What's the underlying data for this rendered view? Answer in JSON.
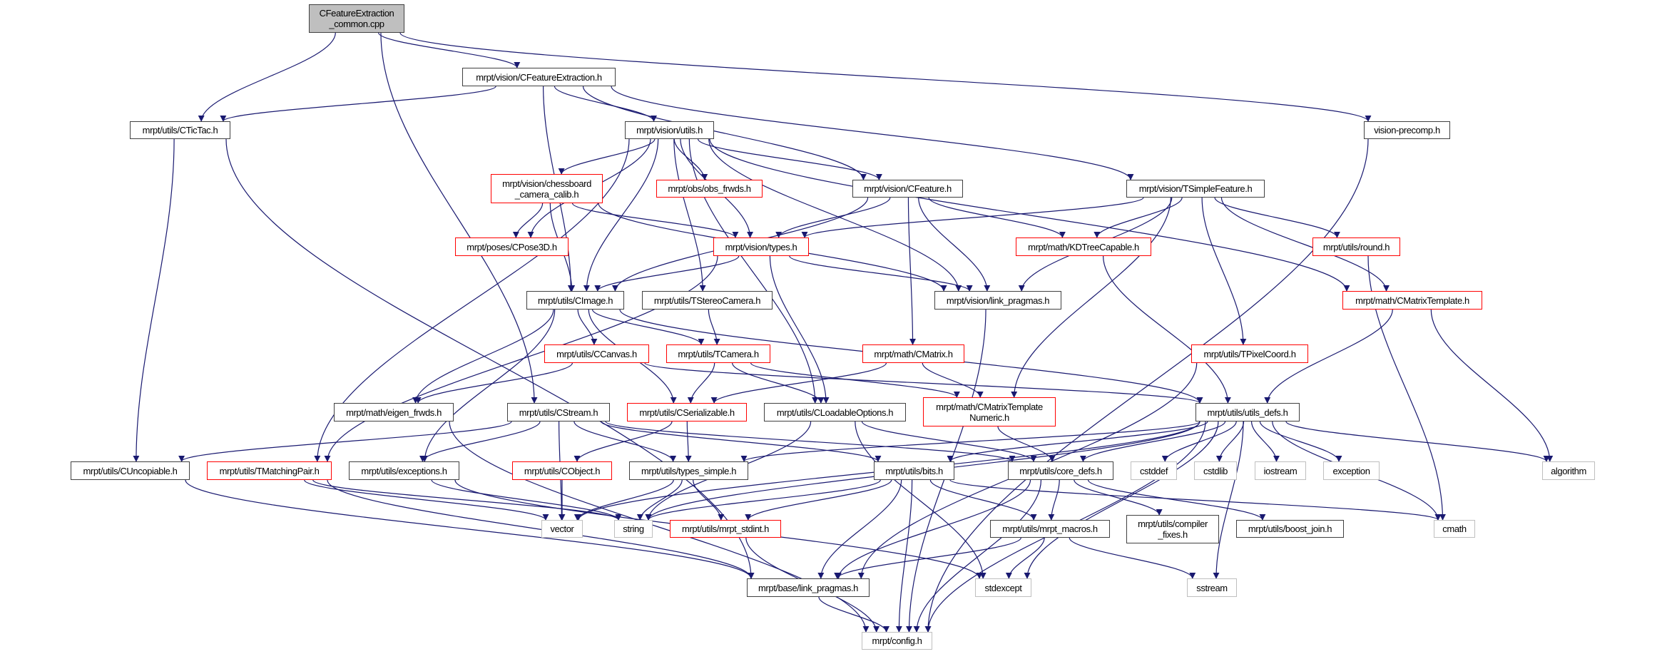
{
  "colors": {
    "edge": "#191970",
    "red_border": "#ff0000",
    "gray_border": "#bfbfbf",
    "root_fill": "#bfbfbf"
  },
  "nodes": [
    {
      "id": "root",
      "label": "CFeatureExtraction\n_common.cpp",
      "style": "root"
    },
    {
      "id": "cfe",
      "label": "mrpt/vision/CFeatureExtraction.h",
      "style": "normal"
    },
    {
      "id": "tictac",
      "label": "mrpt/utils/CTicTac.h",
      "style": "normal"
    },
    {
      "id": "vutils",
      "label": "mrpt/vision/utils.h",
      "style": "normal"
    },
    {
      "id": "precomp",
      "label": "vision-precomp.h",
      "style": "normal"
    },
    {
      "id": "chess",
      "label": "mrpt/vision/chessboard\n_camera_calib.h",
      "style": "red"
    },
    {
      "id": "obs",
      "label": "mrpt/obs/obs_frwds.h",
      "style": "red"
    },
    {
      "id": "cfeature",
      "label": "mrpt/vision/CFeature.h",
      "style": "normal"
    },
    {
      "id": "tsimple",
      "label": "mrpt/vision/TSimpleFeature.h",
      "style": "normal"
    },
    {
      "id": "cpose",
      "label": "mrpt/poses/CPose3D.h",
      "style": "red"
    },
    {
      "id": "types",
      "label": "mrpt/vision/types.h",
      "style": "red"
    },
    {
      "id": "kdtree",
      "label": "mrpt/math/KDTreeCapable.h",
      "style": "red"
    },
    {
      "id": "round",
      "label": "mrpt/utils/round.h",
      "style": "red"
    },
    {
      "id": "cimage",
      "label": "mrpt/utils/CImage.h",
      "style": "normal"
    },
    {
      "id": "tstereo",
      "label": "mrpt/utils/TStereoCamera.h",
      "style": "normal"
    },
    {
      "id": "vlink",
      "label": "mrpt/vision/link_pragmas.h",
      "style": "normal"
    },
    {
      "id": "cmtemplate",
      "label": "mrpt/math/CMatrixTemplate.h",
      "style": "red"
    },
    {
      "id": "ccanvas",
      "label": "mrpt/utils/CCanvas.h",
      "style": "red"
    },
    {
      "id": "tcamera",
      "label": "mrpt/utils/TCamera.h",
      "style": "red"
    },
    {
      "id": "cmatrix",
      "label": "mrpt/math/CMatrix.h",
      "style": "red"
    },
    {
      "id": "tpixel",
      "label": "mrpt/utils/TPixelCoord.h",
      "style": "red"
    },
    {
      "id": "eigen",
      "label": "mrpt/math/eigen_frwds.h",
      "style": "normal"
    },
    {
      "id": "cstream",
      "label": "mrpt/utils/CStream.h",
      "style": "normal"
    },
    {
      "id": "cserial",
      "label": "mrpt/utils/CSerializable.h",
      "style": "red"
    },
    {
      "id": "cloadable",
      "label": "mrpt/utils/CLoadableOptions.h",
      "style": "normal"
    },
    {
      "id": "cmtnum",
      "label": "mrpt/math/CMatrixTemplate\nNumeric.h",
      "style": "red"
    },
    {
      "id": "udefs",
      "label": "mrpt/utils/utils_defs.h",
      "style": "normal"
    },
    {
      "id": "cuncop",
      "label": "mrpt/utils/CUncopiable.h",
      "style": "normal"
    },
    {
      "id": "tmatch",
      "label": "mrpt/utils/TMatchingPair.h",
      "style": "red"
    },
    {
      "id": "except",
      "label": "mrpt/utils/exceptions.h",
      "style": "normal"
    },
    {
      "id": "cobject",
      "label": "mrpt/utils/CObject.h",
      "style": "red"
    },
    {
      "id": "tsimp",
      "label": "mrpt/utils/types_simple.h",
      "style": "normal"
    },
    {
      "id": "bits",
      "label": "mrpt/utils/bits.h",
      "style": "normal"
    },
    {
      "id": "coredefs",
      "label": "mrpt/utils/core_defs.h",
      "style": "normal"
    },
    {
      "id": "cstddef",
      "label": "cstddef",
      "style": "gray"
    },
    {
      "id": "cstdlib",
      "label": "cstdlib",
      "style": "gray"
    },
    {
      "id": "iostream",
      "label": "iostream",
      "style": "gray"
    },
    {
      "id": "exception",
      "label": "exception",
      "style": "gray"
    },
    {
      "id": "algorithm",
      "label": "algorithm",
      "style": "gray"
    },
    {
      "id": "vector",
      "label": "vector",
      "style": "gray"
    },
    {
      "id": "string",
      "label": "string",
      "style": "gray"
    },
    {
      "id": "stdint",
      "label": "mrpt/utils/mrpt_stdint.h",
      "style": "red"
    },
    {
      "id": "macros",
      "label": "mrpt/utils/mrpt_macros.h",
      "style": "normal"
    },
    {
      "id": "compfix",
      "label": "mrpt/utils/compiler\n_fixes.h",
      "style": "normal"
    },
    {
      "id": "boostjoin",
      "label": "mrpt/utils/boost_join.h",
      "style": "normal"
    },
    {
      "id": "cmath",
      "label": "cmath",
      "style": "gray"
    },
    {
      "id": "blink",
      "label": "mrpt/base/link_pragmas.h",
      "style": "normal"
    },
    {
      "id": "stdexcept",
      "label": "stdexcept",
      "style": "gray"
    },
    {
      "id": "sstream",
      "label": "sstream",
      "style": "gray"
    },
    {
      "id": "config",
      "label": "mrpt/config.h",
      "style": "gray"
    }
  ],
  "edges": [
    [
      "root",
      "tictac"
    ],
    [
      "root",
      "cstream"
    ],
    [
      "root",
      "cfe"
    ],
    [
      "root",
      "precomp"
    ],
    [
      "cfe",
      "tictac"
    ],
    [
      "cfe",
      "cimage"
    ],
    [
      "cfe",
      "vutils"
    ],
    [
      "cfe",
      "cfeature"
    ],
    [
      "cfe",
      "tsimple"
    ],
    [
      "tictac",
      "blink"
    ],
    [
      "tictac",
      "cuncop"
    ],
    [
      "vutils",
      "chess"
    ],
    [
      "vutils",
      "obs"
    ],
    [
      "vutils",
      "cpose"
    ],
    [
      "vutils",
      "types"
    ],
    [
      "vutils",
      "cfeature"
    ],
    [
      "vutils",
      "vlink"
    ],
    [
      "vutils",
      "cmtemplate"
    ],
    [
      "vutils",
      "cimage"
    ],
    [
      "vutils",
      "tmatch"
    ],
    [
      "vutils",
      "tstereo"
    ],
    [
      "vutils",
      "cloadable"
    ],
    [
      "chess",
      "cpose"
    ],
    [
      "chess",
      "cimage"
    ],
    [
      "chess",
      "types"
    ],
    [
      "chess",
      "vlink"
    ],
    [
      "cfeature",
      "types"
    ],
    [
      "cfeature",
      "cimage"
    ],
    [
      "cfeature",
      "kdtree"
    ],
    [
      "cfeature",
      "vlink"
    ],
    [
      "cfeature",
      "cmatrix"
    ],
    [
      "tsimple",
      "types"
    ],
    [
      "tsimple",
      "kdtree"
    ],
    [
      "tsimple",
      "round"
    ],
    [
      "tsimple",
      "cmtemplate"
    ],
    [
      "tsimple",
      "vlink"
    ],
    [
      "tsimple",
      "tpixel"
    ],
    [
      "tsimple",
      "cmtnum"
    ],
    [
      "types",
      "cimage"
    ],
    [
      "types",
      "tmatch"
    ],
    [
      "types",
      "vlink"
    ],
    [
      "types",
      "cloadable"
    ],
    [
      "kdtree",
      "udefs"
    ],
    [
      "round",
      "cmath"
    ],
    [
      "cmtemplate",
      "udefs"
    ],
    [
      "cmtemplate",
      "algorithm"
    ],
    [
      "precomp",
      "config"
    ],
    [
      "vlink",
      "config"
    ],
    [
      "cimage",
      "eigen"
    ],
    [
      "cimage",
      "ccanvas"
    ],
    [
      "cimage",
      "tcamera"
    ],
    [
      "cimage",
      "cserial"
    ],
    [
      "cimage",
      "except"
    ],
    [
      "cimage",
      "udefs"
    ],
    [
      "tstereo",
      "tcamera"
    ],
    [
      "ccanvas",
      "eigen"
    ],
    [
      "ccanvas",
      "udefs"
    ],
    [
      "tcamera",
      "cserial"
    ],
    [
      "tcamera",
      "cloadable"
    ],
    [
      "tcamera",
      "cmtnum"
    ],
    [
      "cmatrix",
      "cserial"
    ],
    [
      "cmatrix",
      "cmtnum"
    ],
    [
      "tpixel",
      "blink"
    ],
    [
      "eigen",
      "config"
    ],
    [
      "cstream",
      "cuncop"
    ],
    [
      "cstream",
      "except"
    ],
    [
      "cstream",
      "vector"
    ],
    [
      "cstream",
      "tsimp"
    ],
    [
      "cstream",
      "bits"
    ],
    [
      "cstream",
      "coredefs"
    ],
    [
      "cserial",
      "cobject"
    ],
    [
      "cserial",
      "tsimp"
    ],
    [
      "cloadable",
      "string"
    ],
    [
      "cloadable",
      "coredefs"
    ],
    [
      "cloadable",
      "stdexcept"
    ],
    [
      "cmtnum",
      "coredefs"
    ],
    [
      "udefs",
      "tsimp"
    ],
    [
      "udefs",
      "bits"
    ],
    [
      "udefs",
      "coredefs"
    ],
    [
      "udefs",
      "cstddef"
    ],
    [
      "udefs",
      "cstdlib"
    ],
    [
      "udefs",
      "iostream"
    ],
    [
      "udefs",
      "exception"
    ],
    [
      "udefs",
      "algorithm"
    ],
    [
      "udefs",
      "cmath"
    ],
    [
      "udefs",
      "stdexcept"
    ],
    [
      "udefs",
      "sstream"
    ],
    [
      "udefs",
      "config"
    ],
    [
      "udefs",
      "vector"
    ],
    [
      "udefs",
      "string"
    ],
    [
      "cuncop",
      "blink"
    ],
    [
      "tmatch",
      "vector"
    ],
    [
      "tmatch",
      "string"
    ],
    [
      "tmatch",
      "blink"
    ],
    [
      "except",
      "string"
    ],
    [
      "except",
      "stdexcept"
    ],
    [
      "cobject",
      "vector"
    ],
    [
      "tsimp",
      "vector"
    ],
    [
      "tsimp",
      "string"
    ],
    [
      "tsimp",
      "stdint"
    ],
    [
      "bits",
      "string"
    ],
    [
      "bits",
      "stdint"
    ],
    [
      "bits",
      "blink"
    ],
    [
      "bits",
      "config"
    ],
    [
      "bits",
      "macros"
    ],
    [
      "bits",
      "cmath"
    ],
    [
      "coredefs",
      "blink"
    ],
    [
      "coredefs",
      "macros"
    ],
    [
      "coredefs",
      "compfix"
    ],
    [
      "coredefs",
      "boostjoin"
    ],
    [
      "coredefs",
      "config"
    ],
    [
      "stdint",
      "config"
    ],
    [
      "macros",
      "blink"
    ],
    [
      "macros",
      "stdexcept"
    ],
    [
      "macros",
      "sstream"
    ],
    [
      "blink",
      "config"
    ]
  ]
}
